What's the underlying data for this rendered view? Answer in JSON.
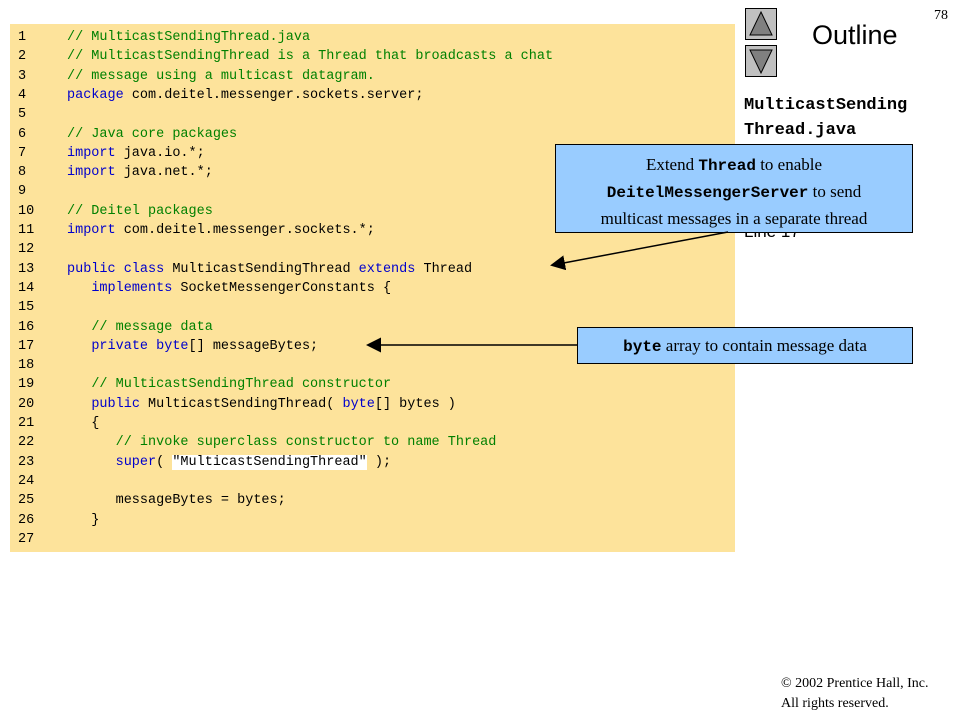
{
  "page_number": "78",
  "navigation": {
    "up_icon": "triangle-up-icon",
    "down_icon": "triangle-down-icon"
  },
  "outline": {
    "title": "Outline",
    "file_label_line1": "MulticastSending",
    "file_label_line2": "Thread.java",
    "line_label": "Line 17"
  },
  "code_lines": [
    {
      "n": "1",
      "parts": [
        {
          "t": "cm",
          "v": "// MulticastSendingThread.java"
        }
      ]
    },
    {
      "n": "2",
      "parts": [
        {
          "t": "cm",
          "v": "// MulticastSendingThread is a Thread that broadcasts a chat"
        }
      ]
    },
    {
      "n": "3",
      "parts": [
        {
          "t": "cm",
          "v": "// message using a multicast datagram."
        }
      ]
    },
    {
      "n": "4",
      "parts": [
        {
          "t": "kw",
          "v": "package"
        },
        {
          "t": "tx",
          "v": " com.deitel.messenger.sockets.server;"
        }
      ]
    },
    {
      "n": "5",
      "parts": []
    },
    {
      "n": "6",
      "parts": [
        {
          "t": "cm",
          "v": "// Java core packages"
        }
      ]
    },
    {
      "n": "7",
      "parts": [
        {
          "t": "kw",
          "v": "import"
        },
        {
          "t": "tx",
          "v": " java.io.*;"
        }
      ]
    },
    {
      "n": "8",
      "parts": [
        {
          "t": "kw",
          "v": "import"
        },
        {
          "t": "tx",
          "v": " java.net.*;"
        }
      ]
    },
    {
      "n": "9",
      "parts": []
    },
    {
      "n": "10",
      "parts": [
        {
          "t": "cm",
          "v": "// Deitel packages"
        }
      ]
    },
    {
      "n": "11",
      "parts": [
        {
          "t": "kw",
          "v": "import"
        },
        {
          "t": "tx",
          "v": " com.deitel.messenger.sockets.*;"
        }
      ]
    },
    {
      "n": "12",
      "parts": []
    },
    {
      "n": "13",
      "parts": [
        {
          "t": "kw",
          "v": "public class"
        },
        {
          "t": "tx",
          "v": " MulticastSendingThread "
        },
        {
          "t": "kw",
          "v": "extends"
        },
        {
          "t": "tx",
          "v": " Thread"
        }
      ]
    },
    {
      "n": "14",
      "parts": [
        {
          "t": "tx",
          "v": "   "
        },
        {
          "t": "kw",
          "v": "implements"
        },
        {
          "t": "tx",
          "v": " SocketMessengerConstants {"
        }
      ]
    },
    {
      "n": "15",
      "parts": []
    },
    {
      "n": "16",
      "parts": [
        {
          "t": "tx",
          "v": "   "
        },
        {
          "t": "cm",
          "v": "// message data"
        }
      ]
    },
    {
      "n": "17",
      "parts": [
        {
          "t": "tx",
          "v": "   "
        },
        {
          "t": "kw",
          "v": "private byte"
        },
        {
          "t": "tx",
          "v": "[] messageBytes;"
        }
      ]
    },
    {
      "n": "18",
      "parts": []
    },
    {
      "n": "19",
      "parts": [
        {
          "t": "tx",
          "v": "   "
        },
        {
          "t": "cm",
          "v": "// MulticastSendingThread constructor"
        }
      ]
    },
    {
      "n": "20",
      "parts": [
        {
          "t": "tx",
          "v": "   "
        },
        {
          "t": "kw",
          "v": "public"
        },
        {
          "t": "tx",
          "v": " MulticastSendingThread( "
        },
        {
          "t": "kw",
          "v": "byte"
        },
        {
          "t": "tx",
          "v": "[] bytes )"
        }
      ]
    },
    {
      "n": "21",
      "parts": [
        {
          "t": "tx",
          "v": "   {"
        }
      ]
    },
    {
      "n": "22",
      "parts": [
        {
          "t": "tx",
          "v": "      "
        },
        {
          "t": "cm",
          "v": "// invoke superclass constructor to name Thread"
        }
      ]
    },
    {
      "n": "23",
      "parts": [
        {
          "t": "tx",
          "v": "      "
        },
        {
          "t": "kw",
          "v": "super"
        },
        {
          "t": "tx",
          "v": "( "
        },
        {
          "t": "st",
          "v": "\"MulticastSendingThread\""
        },
        {
          "t": "tx",
          "v": " );"
        }
      ]
    },
    {
      "n": "24",
      "parts": []
    },
    {
      "n": "25",
      "parts": [
        {
          "t": "tx",
          "v": "      messageBytes = bytes;"
        }
      ]
    },
    {
      "n": "26",
      "parts": [
        {
          "t": "tx",
          "v": "   }"
        }
      ]
    },
    {
      "n": "27",
      "parts": []
    }
  ],
  "callout_thread": {
    "prefix": "Extend ",
    "code1": "Thread",
    "mid": " to enable",
    "code2": "DeitelMessengerServer",
    "suffix": " to send",
    "line3": "multicast messages in a separate thread"
  },
  "callout_byte": {
    "code": "byte",
    "text": " array to contain message data"
  },
  "copyright": {
    "line1": "© 2002 Prentice Hall, Inc.",
    "line2": "All rights reserved."
  },
  "colors": {
    "code_background": "#fde39b",
    "comment": "#008000",
    "keyword": "#0000cc",
    "callout_background": "#99ccff"
  }
}
